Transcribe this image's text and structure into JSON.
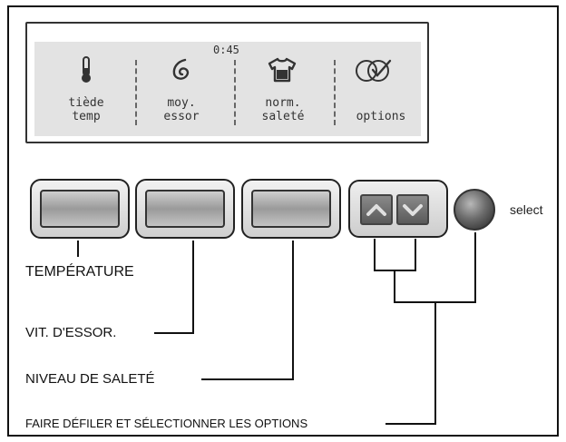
{
  "display": {
    "time": "0:45",
    "segments": [
      {
        "id": "temp",
        "line1": "tiède",
        "line2": "temp",
        "icon": "thermometer-icon"
      },
      {
        "id": "spin",
        "line1": "moy.",
        "line2": "essor",
        "icon": "spin-swirl-icon"
      },
      {
        "id": "soil",
        "line1": "norm.",
        "line2": "saleté",
        "icon": "shirt-icon"
      },
      {
        "id": "options",
        "line1": "",
        "line2": "options",
        "icon": "circle-check-icon"
      }
    ]
  },
  "select_label": "select",
  "callouts": {
    "temperature": "TEMPÉRATURE",
    "spin": "VIT. D'ESSOR.",
    "soil": "NIVEAU DE SALETÉ",
    "options": "FAIRE DÉFILER ET SÉLECTIONNER LES OPTIONS"
  },
  "colors": {
    "lcd_background": "#e3e3e3",
    "lcd_text": "#333333",
    "button_face": "#b0b0b0",
    "arrow": "#e0e0e0"
  }
}
